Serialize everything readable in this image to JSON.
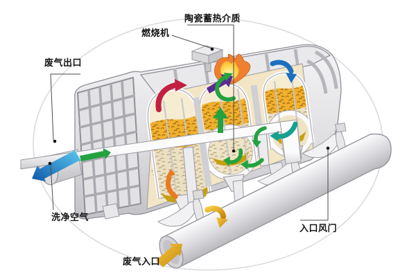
{
  "diagram": {
    "type": "isometric-cutaway-schematic",
    "labels": {
      "ceramic_media": "陶瓷蓄热介质",
      "burner": "燃烧机",
      "exhaust_outlet": "废气出口",
      "clean_air": "洗净空气",
      "exhaust_inlet": "废气入口",
      "inlet_damper": "入口风门"
    },
    "flows": {
      "hot_gas": "red curved arrow",
      "combustion": "purple arrow toward flame",
      "circulation": "green arrows",
      "cooling": "blue / teal arrows",
      "raw_gas": "gold arrows",
      "clean_out": "blue arrow leaving outlet"
    },
    "colors": {
      "red": "#c12040",
      "purple": "#5b2a91",
      "green": "#23a23f",
      "blue": "#1d6fc0",
      "teal": "#16a090",
      "orange_flow": "#e87a20",
      "gold_light": "#f6c93e",
      "gold_dark": "#c8860e",
      "blue_light": "#5bc8f0",
      "blue_dark": "#1058a8",
      "media_orange": "#f2b02c",
      "media_beige": "#ece0c4",
      "media_gold": "#c79f10",
      "ceiling_cream": "#f3e6c6",
      "chamber_cream": "#f6ecd2",
      "flame_outer": "#ef8030",
      "flame_core": "#ffd84d",
      "body_light": "#f5f5f7",
      "body_mid": "#dfdfe2",
      "body_dark": "#c2c2c7"
    }
  }
}
